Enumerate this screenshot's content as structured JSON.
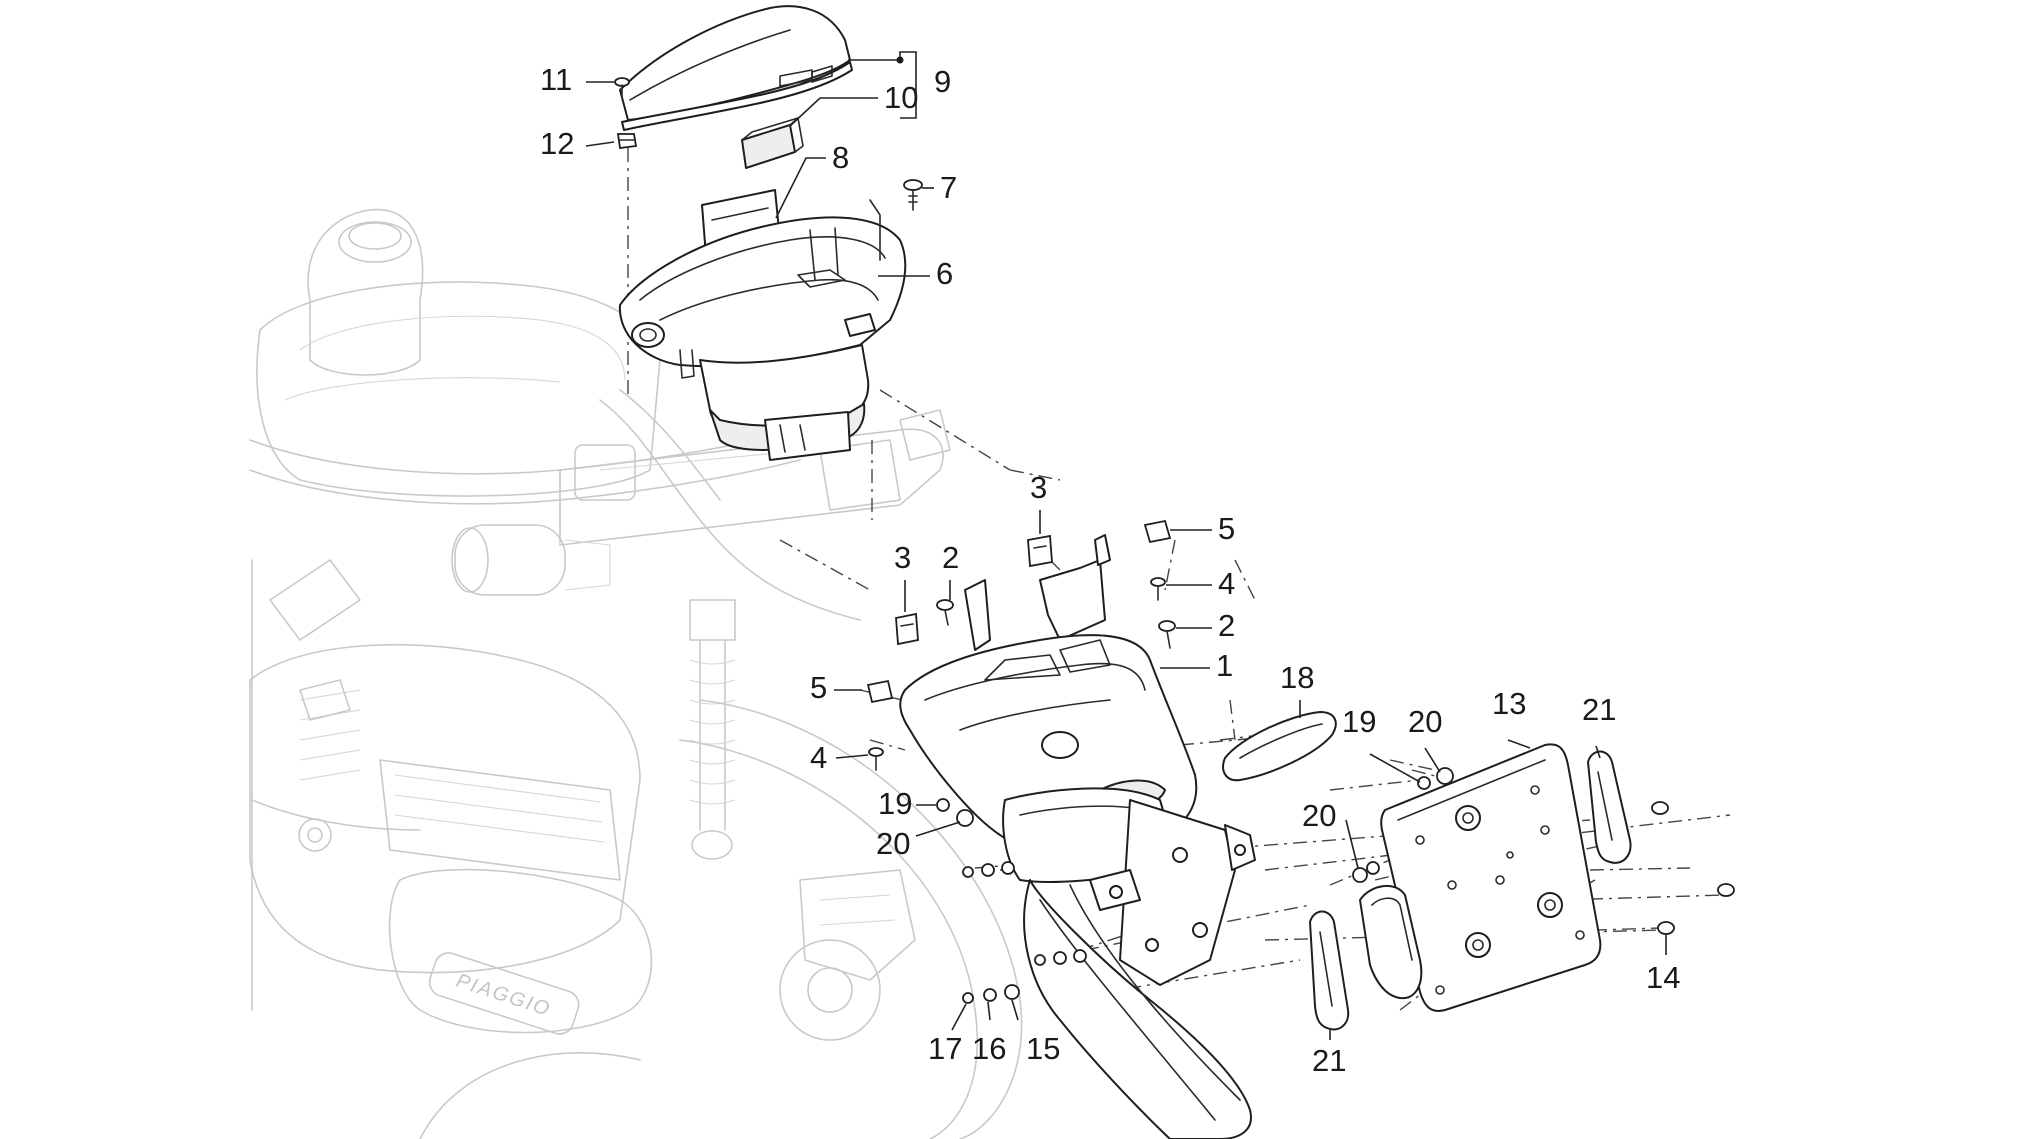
{
  "callouts": {
    "c1": "1",
    "c2a": "2",
    "c2b": "2",
    "c3a": "3",
    "c3b": "3",
    "c4a": "4",
    "c4b": "4",
    "c5a": "5",
    "c5b": "5",
    "c6": "6",
    "c7": "7",
    "c8": "8",
    "c9": "9",
    "c10": "10",
    "c11": "11",
    "c12": "12",
    "c13": "13",
    "c14": "14",
    "c15": "15",
    "c16": "16",
    "c17": "17",
    "c18": "18",
    "c19a": "19",
    "c19b": "19",
    "c20a": "20",
    "c20b": "20",
    "c20c": "20",
    "c21a": "21",
    "c21b": "21"
  },
  "logos": {
    "engine_brand": "PIAGGIO"
  },
  "colors": {
    "part_stroke": "#1e1e1e",
    "ghost_stroke": "#c9c9c9",
    "background": "#ffffff"
  }
}
